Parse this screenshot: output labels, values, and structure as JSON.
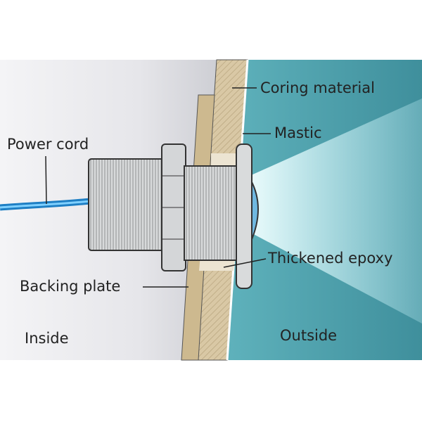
{
  "labels": {
    "coring": "Coring material",
    "mastic": "Mastic",
    "power_cord": "Power cord",
    "epoxy": "Thickened epoxy",
    "backing": "Backing plate",
    "inside": "Inside",
    "outside": "Outside"
  },
  "colors": {
    "water": "#4fa3ad",
    "coring": "#d8c7a4",
    "cable": "#2e9be0",
    "fitting": "#d7d9da"
  }
}
